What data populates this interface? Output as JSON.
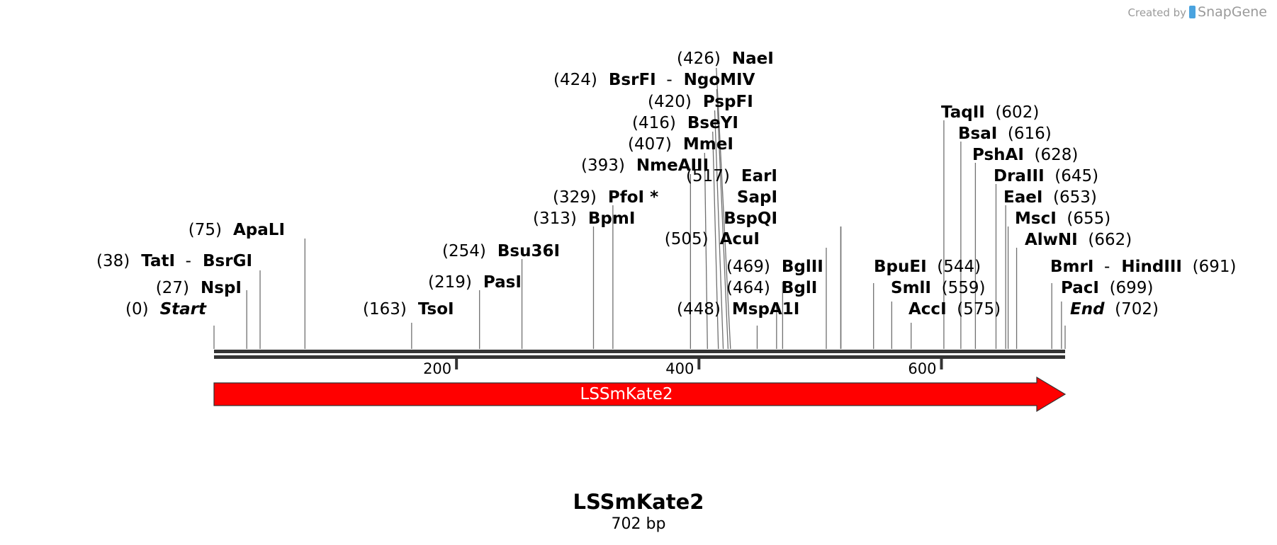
{
  "credit": {
    "prefix": "Created by",
    "brand": "SnapGene"
  },
  "sequence": {
    "name": "LSSmKate2",
    "length_label": "702 bp",
    "length": 702
  },
  "feature": {
    "label": "LSSmKate2",
    "start": 0,
    "end": 702,
    "color": "#ff0000",
    "text_color": "#ffffff"
  },
  "ticks": [
    {
      "pos": 200,
      "label": "200"
    },
    {
      "pos": 400,
      "label": "400"
    },
    {
      "pos": 600,
      "label": "600"
    }
  ],
  "sites": [
    {
      "pos": 0,
      "num": "(0)",
      "name": "Start",
      "italic": true
    },
    {
      "pos": 27,
      "num": "(27)",
      "name": "NspI"
    },
    {
      "pos": 38,
      "num": "(38)",
      "name": "TatI",
      "second": "BsrGI"
    },
    {
      "pos": 75,
      "num": "(75)",
      "name": "ApaLI"
    },
    {
      "pos": 163,
      "num": "(163)",
      "name": "TsoI"
    },
    {
      "pos": 219,
      "num": "(219)",
      "name": "PasI"
    },
    {
      "pos": 254,
      "num": "(254)",
      "name": "Bsu36I"
    },
    {
      "pos": 313,
      "num": "(313)",
      "name": "BpmI"
    },
    {
      "pos": 329,
      "num": "(329)",
      "name": "PfoI *"
    },
    {
      "pos": 393,
      "num": "(393)",
      "name": "NmeAIII"
    },
    {
      "pos": 407,
      "num": "(407)",
      "name": "MmeI"
    },
    {
      "pos": 416,
      "num": "(416)",
      "name": "BseYI"
    },
    {
      "pos": 420,
      "num": "(420)",
      "name": "PspFI"
    },
    {
      "pos": 424,
      "num": "(424)",
      "name": "BsrFI",
      "second": "NgoMIV"
    },
    {
      "pos": 426,
      "num": "(426)",
      "name": "NaeI"
    },
    {
      "pos": 448,
      "num": "(448)",
      "name": "MspA1I"
    },
    {
      "pos": 464,
      "num": "(464)",
      "name": "BglI"
    },
    {
      "pos": 469,
      "num": "(469)",
      "name": "BglII"
    },
    {
      "pos": 505,
      "num": "(505)",
      "name": "AcuI"
    },
    {
      "pos": 517,
      "num": "(517)",
      "name": "EarI"
    },
    {
      "pos": 517,
      "num": "",
      "name": "SapI"
    },
    {
      "pos": 517,
      "num": "",
      "name": "BspQI"
    },
    {
      "pos": 544,
      "num": "(544)",
      "name": "BpuEI"
    },
    {
      "pos": 559,
      "num": "(559)",
      "name": "SmlI"
    },
    {
      "pos": 575,
      "num": "(575)",
      "name": "AccI"
    },
    {
      "pos": 602,
      "num": "(602)",
      "name": "TaqII"
    },
    {
      "pos": 616,
      "num": "(616)",
      "name": "BsaI"
    },
    {
      "pos": 628,
      "num": "(628)",
      "name": "PshAI"
    },
    {
      "pos": 645,
      "num": "(645)",
      "name": "DraIII"
    },
    {
      "pos": 653,
      "num": "(653)",
      "name": "EaeI"
    },
    {
      "pos": 655,
      "num": "(655)",
      "name": "MscI"
    },
    {
      "pos": 662,
      "num": "(662)",
      "name": "AlwNI"
    },
    {
      "pos": 691,
      "num": "(691)",
      "name": "BmrI",
      "second": "HindIII"
    },
    {
      "pos": 699,
      "num": "(699)",
      "name": "PacI"
    },
    {
      "pos": 702,
      "num": "(702)",
      "name": "End",
      "italic": true
    }
  ]
}
